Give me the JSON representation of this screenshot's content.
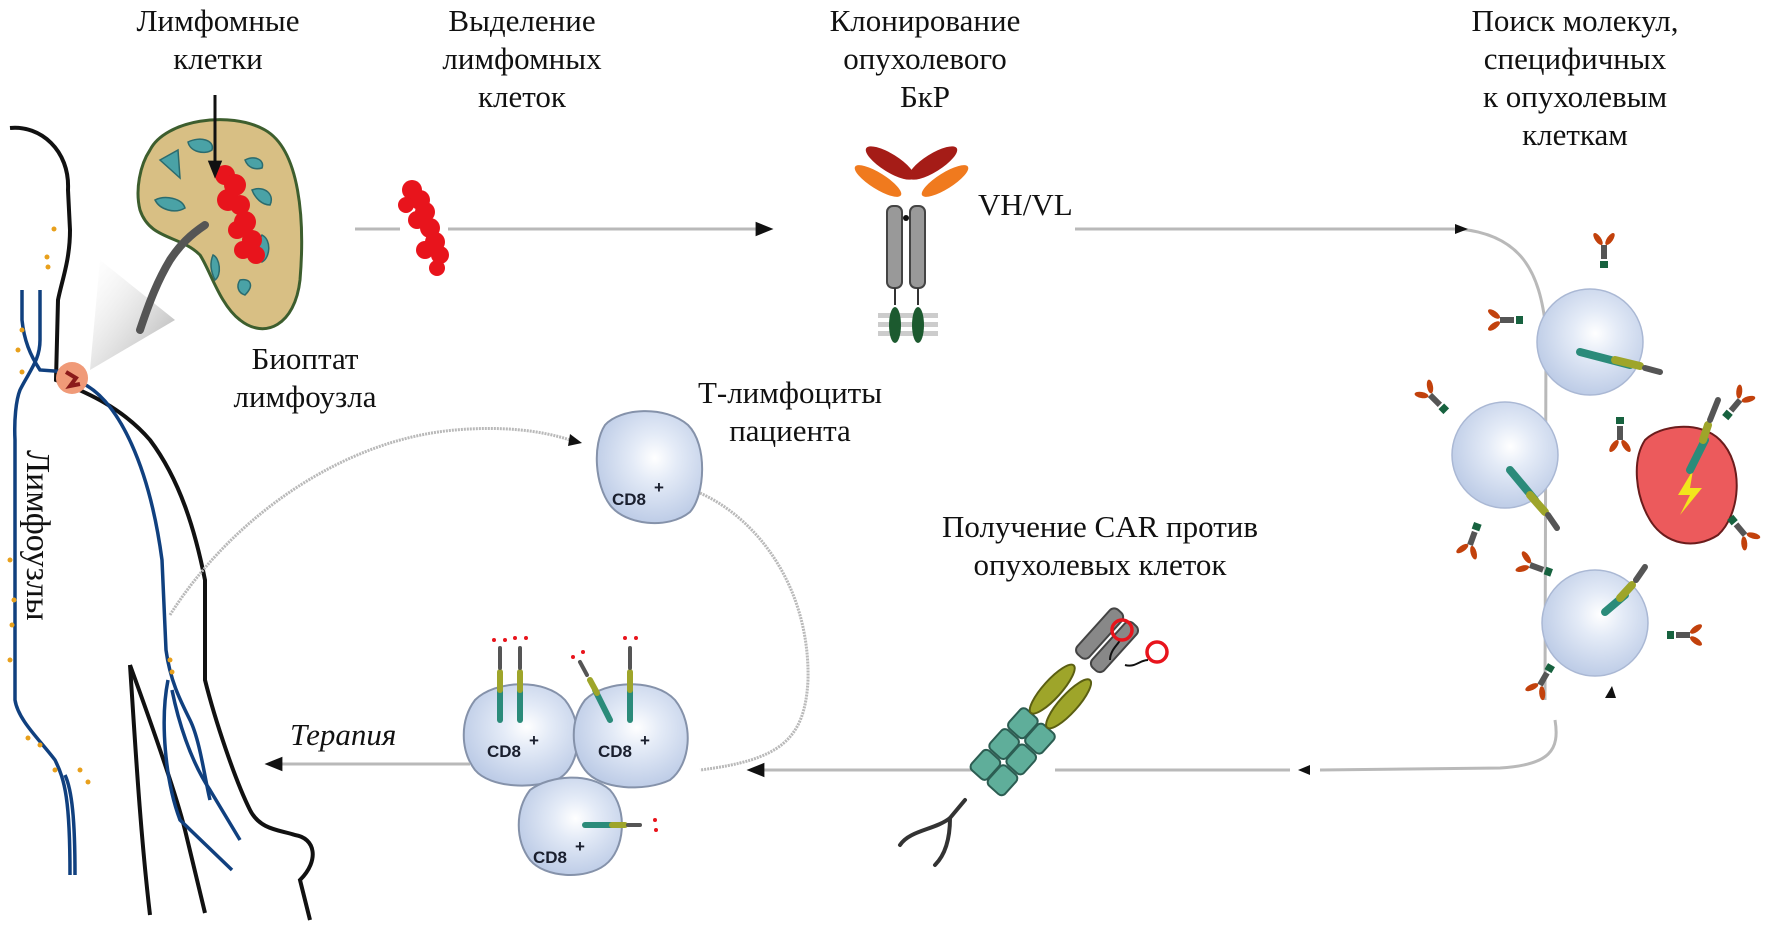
{
  "title": "CAR T-cell therapy development scheme",
  "labels": {
    "lymphoma_cells": "Лимфомные\nклетки",
    "isolation": "Выделение\nлимфомных\nклеток",
    "cloning": "Клонирование\nопухолевого\nБкР",
    "vh_vl": "VH/VL",
    "search": "Поиск молекул,\nспецифичных\nк опухолевым\nклеткам",
    "biopsy": "Биоптат\nлимфоузла",
    "lymph_nodes": "Лимфоузлы",
    "t_lymphocytes": "Т-лимфоциты\nпациента",
    "car_production": "Получение CAR против\nопухолевых клеток",
    "therapy": "Терапия"
  },
  "cell_markers": {
    "cd8": "CD8",
    "plus": "+"
  },
  "icons": {
    "lymph_node": "lymph-node-icon",
    "tumor_cluster": "tumor-cell-cluster-icon",
    "bcr": "b-cell-receptor-icon",
    "car": "chimeric-antigen-receptor-icon",
    "t_cell": "t-cell-icon",
    "tumor_cell": "tumor-cell-icon",
    "body": "human-body-outline-icon"
  },
  "colors": {
    "node_fill": "#d8bf84",
    "node_stroke": "#3d5e2e",
    "node_spots": "#4aa2a6",
    "tumor_red": "#e8141c",
    "tcell_fill": "#c7d5ee",
    "tumor_cell_fill": "#ec5a5c",
    "lymph_blue": "#10407f",
    "arrow_gray": "#b9b9b9"
  }
}
